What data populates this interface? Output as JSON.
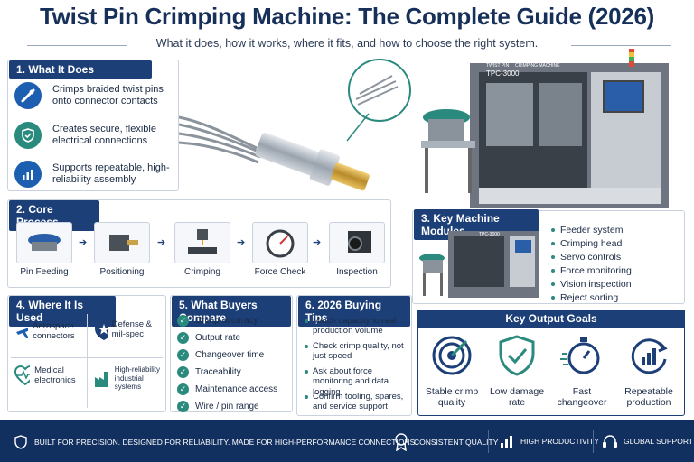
{
  "header": {
    "title": "Twist Pin Crimping Machine: The Complete Guide (2026)",
    "subtitle": "What it does, how it works, where it fits, and how to choose the right system."
  },
  "what_it_does": {
    "heading": "1. What It Does",
    "items": [
      {
        "icon": "pin-icon",
        "text": "Crimps braided twist pins onto connector contacts"
      },
      {
        "icon": "shield-check-icon",
        "text": "Creates secure, flexible electrical connections"
      },
      {
        "icon": "chart-up-icon",
        "text": "Supports repeatable, high-reliability assembly"
      }
    ]
  },
  "machine": {
    "label_line1": "TPC-3000",
    "label_line2": "TWIST PIN",
    "label_line3": "CRIMPING MACHINE"
  },
  "core_process": {
    "heading": "2. Core Process",
    "steps": [
      "Pin Feeding",
      "Positioning",
      "Crimping",
      "Force Check",
      "Inspection"
    ]
  },
  "modules": {
    "heading": "3. Key Machine Modules",
    "machine_label": "TPC-3000",
    "items": [
      "Feeder system",
      "Crimping head",
      "Servo controls",
      "Force monitoring",
      "Vision inspection",
      "Reject sorting"
    ]
  },
  "where_used": {
    "heading": "4. Where It Is Used",
    "items": [
      {
        "icon": "airplane-icon",
        "text": "Aerospace connectors"
      },
      {
        "icon": "star-shield-icon",
        "text": "Defense & mil-spec"
      },
      {
        "icon": "heart-pulse-icon",
        "text": "Medical electronics"
      },
      {
        "icon": "factory-icon",
        "text": "High-reliability industrial systems"
      }
    ]
  },
  "buyers_compare": {
    "heading": "5. What Buyers Compare",
    "items": [
      "Crimp accuracy",
      "Output rate",
      "Changeover time",
      "Traceability",
      "Maintenance access",
      "Wire / pin range"
    ]
  },
  "buying_tips": {
    "heading": "6. 2026 Buying Tips",
    "items": [
      "Match capacity to real production volume",
      "Check crimp quality, not just speed",
      "Ask about force monitoring and data logging",
      "Confirm tooling, spares, and service support"
    ]
  },
  "output_goals": {
    "heading": "Key Output Goals",
    "items": [
      {
        "icon": "target-icon",
        "text": "Stable crimp quality"
      },
      {
        "icon": "shield-check-icon",
        "text": "Low damage rate"
      },
      {
        "icon": "stopwatch-icon",
        "text": "Fast changeover"
      },
      {
        "icon": "cycle-chart-icon",
        "text": "Repeatable production"
      }
    ]
  },
  "footer": {
    "tagline": "BUILT FOR PRECISION. DESIGNED FOR RELIABILITY. MADE FOR HIGH-PERFORMANCE CONNECTIONS.",
    "badges": [
      "CONSISTENT QUALITY",
      "HIGH PRODUCTIVITY",
      "GLOBAL SUPPORT"
    ]
  },
  "colors": {
    "navy": "#1c3f78",
    "teal": "#2a8a7e",
    "footer": "#12305f"
  }
}
